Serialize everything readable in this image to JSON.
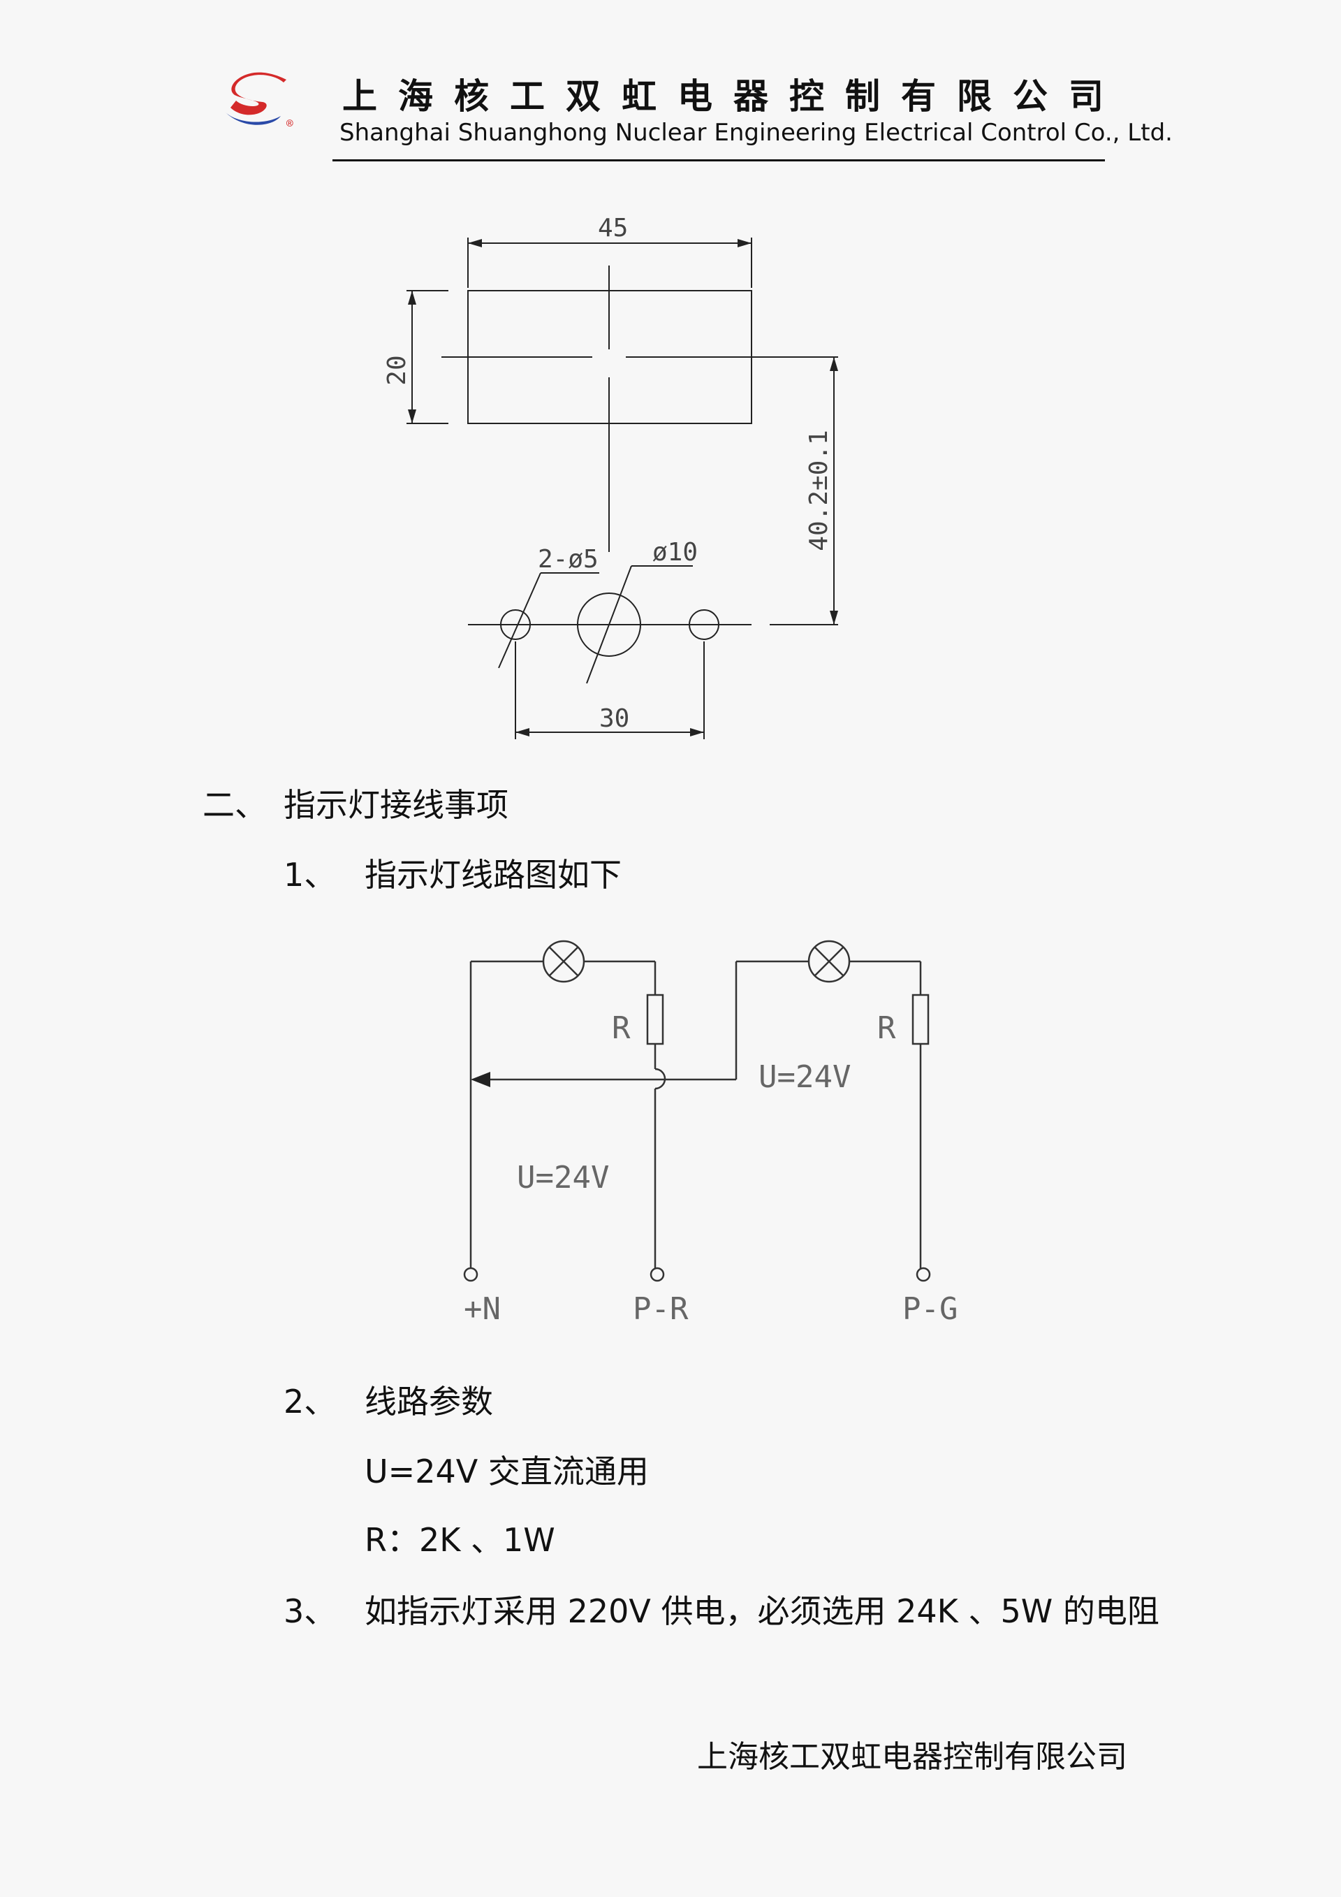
{
  "header": {
    "company_cn": "上海核工双虹电器控制有限公司",
    "company_en": "Shanghai Shuanghong Nuclear Engineering Electrical Control Co., Ltd.",
    "logo_mark": "®"
  },
  "drawing": {
    "dim_width": "45",
    "dim_height": "20",
    "dim_offset": "40.2±0.1",
    "dim_small_holes": "2-ø5",
    "dim_large_hole": "ø10",
    "dim_hole_spacing": "30"
  },
  "section2": {
    "number": "二、",
    "title": "指示灯接线事项"
  },
  "item1": {
    "number": "1、",
    "text": "指示灯线路图如下"
  },
  "circuit": {
    "resistor_label_1": "R",
    "resistor_label_2": "R",
    "voltage_label_1": "U=24V",
    "voltage_label_2": "U=24V",
    "terminal_1": "+N",
    "terminal_2": "P-R",
    "terminal_3": "P-G"
  },
  "item2": {
    "number": "2、",
    "text": "线路参数",
    "param_voltage": "U=24V 交直流通用",
    "param_resistor": "R：2K 、1W"
  },
  "item3": {
    "number": "3、",
    "text": "如指示灯采用 220V 供电，必须选用 24K 、5W 的电阻"
  },
  "footer": {
    "company": "上海核工双虹电器控制有限公司"
  }
}
